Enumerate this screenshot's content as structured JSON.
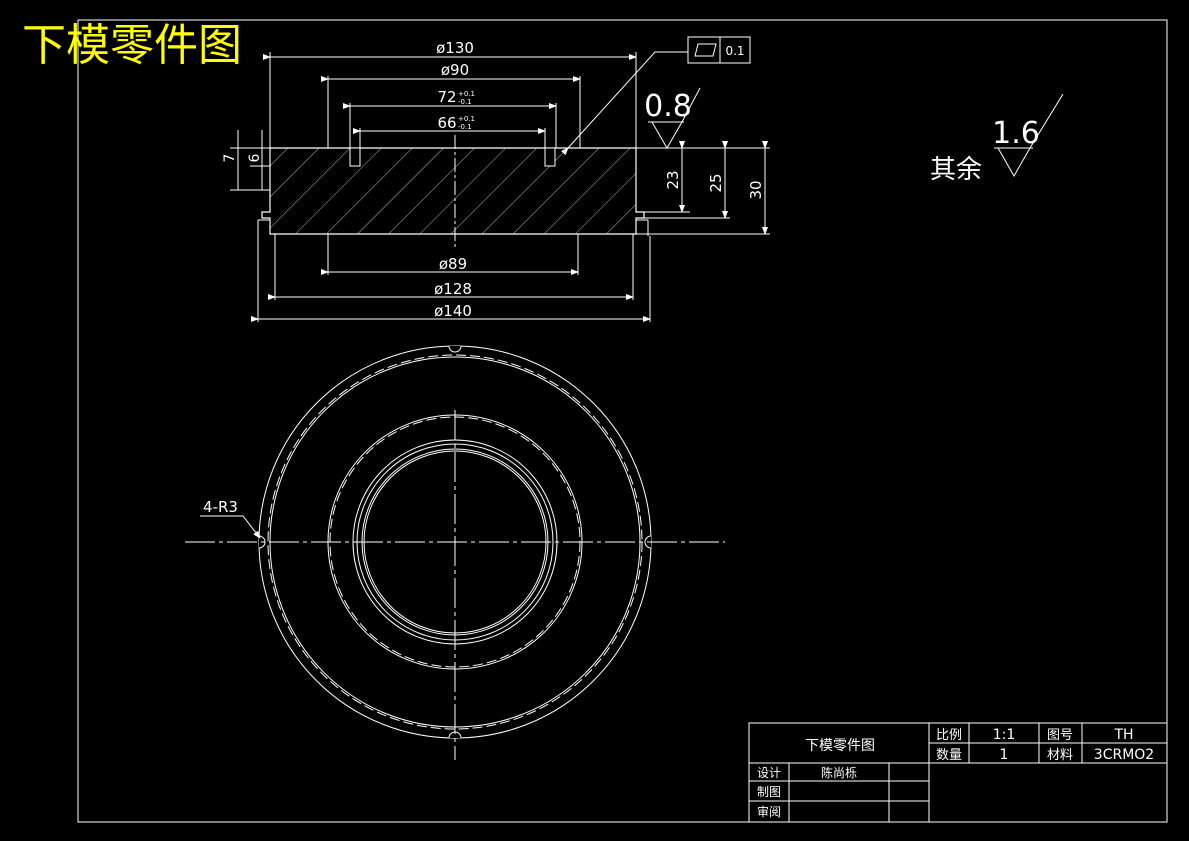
{
  "header": {
    "title": "下模零件图"
  },
  "section_view": {
    "dims_top": [
      "ø130",
      "ø90",
      "72",
      "66"
    ],
    "tol_72": [
      "+0.1",
      "-0.1"
    ],
    "tol_66": [
      "+0.1",
      "-0.1"
    ],
    "dims_bottom": [
      "ø89",
      "ø128",
      "ø140"
    ],
    "dims_left": [
      "7",
      "6"
    ],
    "dims_right": [
      "23",
      "25",
      "30"
    ],
    "flatness": {
      "symbol": "flatness-icon",
      "value": "0.1"
    },
    "roughness_top": "0.8"
  },
  "roughness_rest": {
    "label": "其余",
    "value": "1.6"
  },
  "plan_view": {
    "radius_note": "4-R3"
  },
  "title_block": {
    "part_name": "下模零件图",
    "scale_label": "比例",
    "scale_value": "1:1",
    "drawing_no_label": "图号",
    "drawing_no_value": "TH",
    "qty_label": "数量",
    "qty_value": "1",
    "material_label": "材料",
    "material_value": "3CRMO2",
    "design_label": "设计",
    "designer": "陈尚栎",
    "draft_label": "制图",
    "review_label": "审阅"
  },
  "colors": {
    "background": "#000000",
    "lines": "#ffffff",
    "title": "#ffff00"
  }
}
